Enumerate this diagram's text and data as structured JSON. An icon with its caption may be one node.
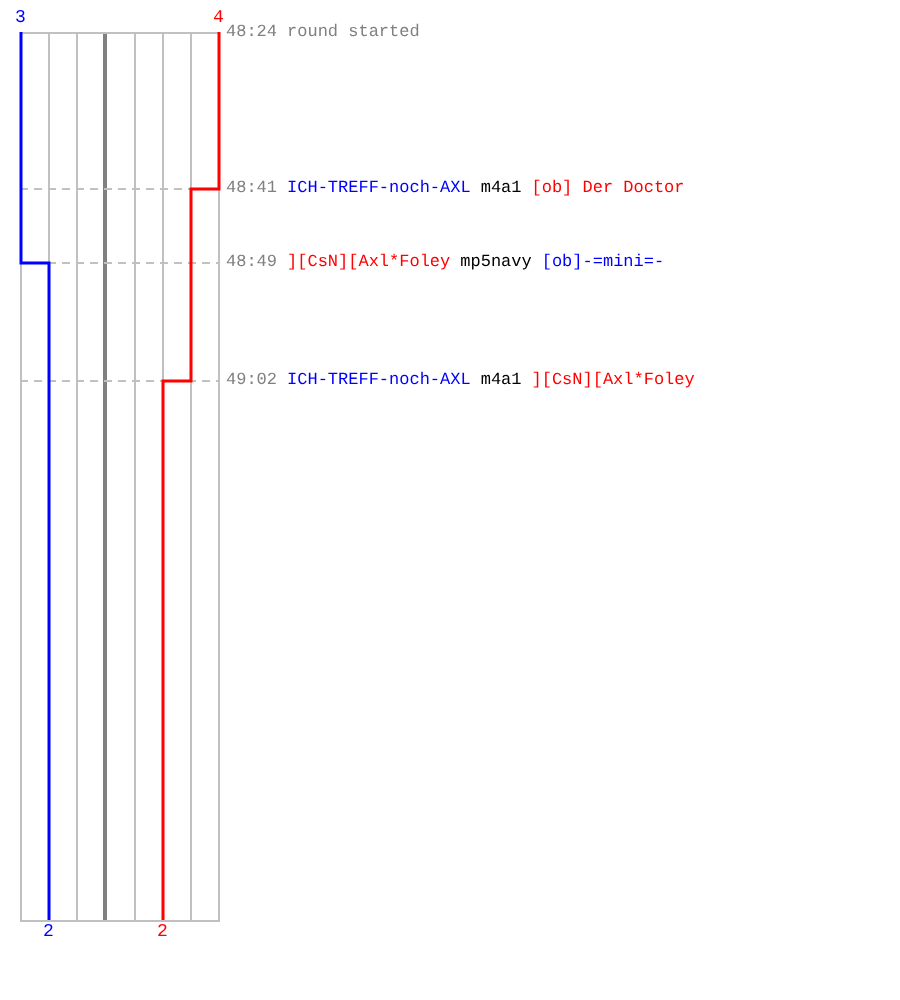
{
  "diagram": {
    "labels": [
      "3",
      "4",
      "48:24",
      "round started",
      "48:41",
      "ICH-TREFF-noch-AXL",
      "m4a1",
      "[ob] Der Doctor",
      "48:49",
      "][CsN][Axl*Foley",
      "mp5navy",
      "[ob]-=mini=-",
      "49:02",
      "ICH-TREFF-noch-AXL",
      "m4a1",
      "][CsN][Axl*Foley",
      "2",
      "2"
    ]
  }
}
